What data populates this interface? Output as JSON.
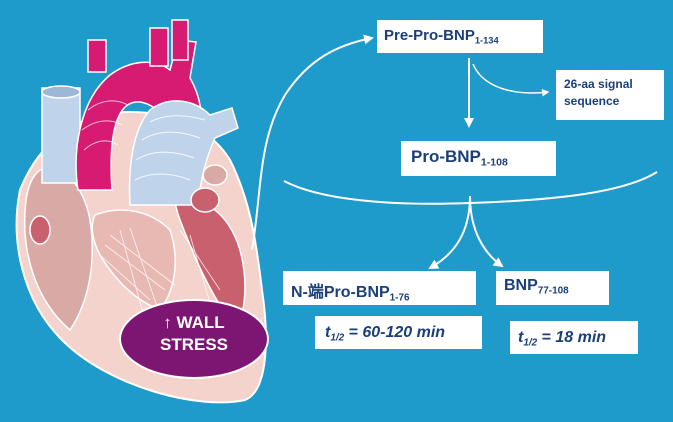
{
  "colors": {
    "background": "#1E9ACB",
    "box_text": "#1B3F7A",
    "ellipse": "#7D1672",
    "heart_magenta": "#D81B72",
    "heart_blue": "#BFD3EA",
    "heart_pink": "#F3D3CC"
  },
  "boxes": {
    "prepro": {
      "main": "Pre-Pro-BNP",
      "sub": "1-134"
    },
    "signal": {
      "text": "26-aa signal sequence"
    },
    "pro": {
      "main": "Pro-BNP",
      "sub": "1-108"
    },
    "ntpro": {
      "main": "N-端Pro-BNP",
      "sub": "1-76"
    },
    "bnp": {
      "main": "BNP",
      "sub": "77-108"
    },
    "half_life_nt": {
      "t": "t",
      "sub": "1/2",
      "value": " = 60-120 min"
    },
    "half_life_bnp": {
      "t": "t",
      "sub": "1/2",
      "value": " = 18 min"
    }
  },
  "stress": {
    "line1": "↑ WALL",
    "line2": "STRESS"
  }
}
